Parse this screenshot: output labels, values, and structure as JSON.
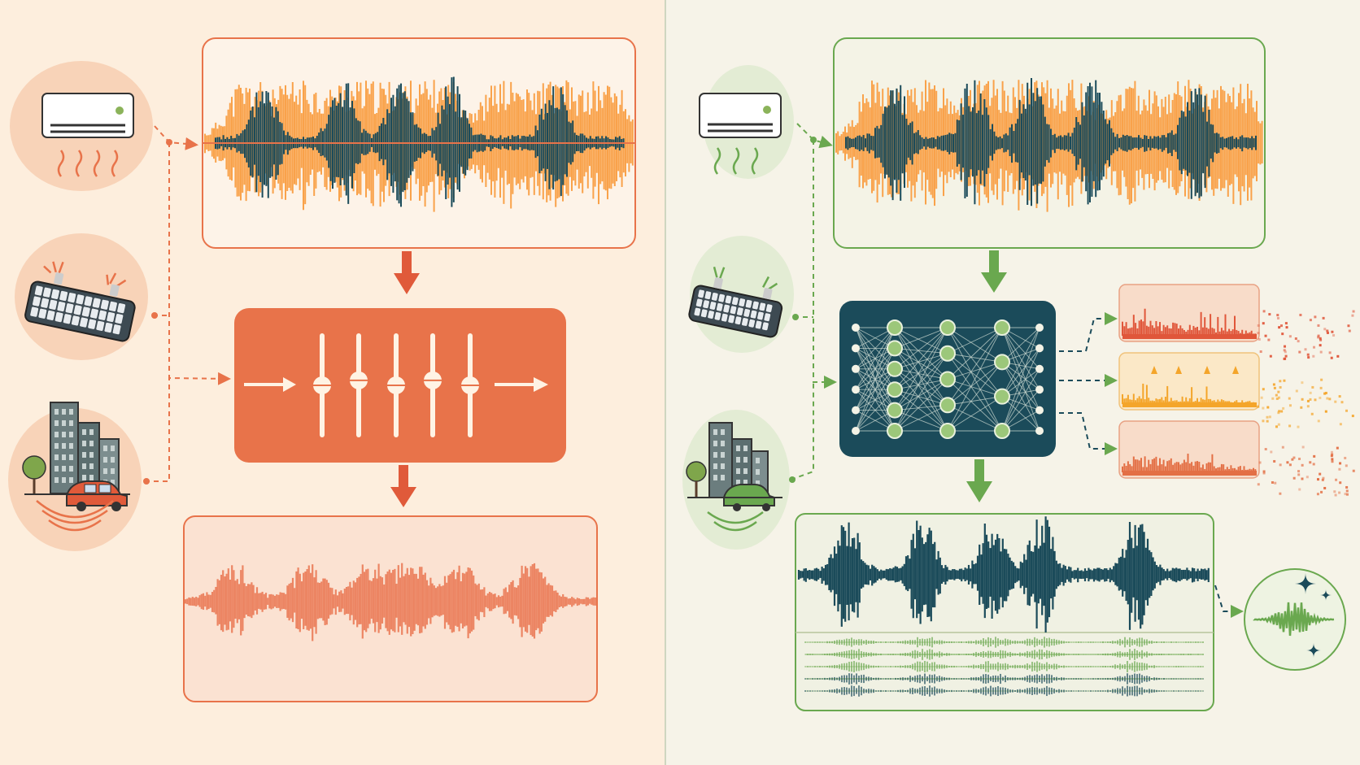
{
  "colors": {
    "left_bg": "#fdeedd",
    "right_bg": "#f6f3e8",
    "orange": "#e8734a",
    "orange_light": "#f9a24a",
    "orange_soft": "#f8dcc9",
    "orange_panel": "#fbe5d6",
    "teal": "#1b4b5a",
    "green": "#6aa84f",
    "green_soft": "#e3ecd4",
    "divider": "#cfd6c0",
    "cream": "#fff3e4"
  },
  "left_panel": {
    "sources": [
      {
        "name": "air-conditioner",
        "icon": "air-conditioner-icon"
      },
      {
        "name": "keyboard",
        "icon": "keyboard-icon"
      },
      {
        "name": "city-traffic",
        "icon": "city-traffic-icon"
      }
    ],
    "noisy_waveform": {
      "noise_color": "orange",
      "signal_color": "teal"
    },
    "process": {
      "type": "equalizer",
      "icon": "equalizer-sliders-icon",
      "slider_levels": [
        0.5,
        0.55,
        0.5,
        0.55,
        0.5
      ]
    },
    "output_waveform": {
      "color": "orange",
      "state": "degraded"
    }
  },
  "right_panel": {
    "sources": [
      {
        "name": "air-conditioner",
        "icon": "air-conditioner-icon"
      },
      {
        "name": "keyboard",
        "icon": "keyboard-icon"
      },
      {
        "name": "city-traffic",
        "icon": "city-traffic-icon"
      }
    ],
    "noisy_waveform": {
      "noise_color": "orange",
      "signal_color": "teal"
    },
    "process": {
      "type": "neural-network",
      "icon": "neural-network-icon",
      "layers": [
        6,
        6,
        5,
        4,
        6
      ]
    },
    "separated_noise": [
      {
        "name": "noise-spectrum-red",
        "color": "#e0563a"
      },
      {
        "name": "noise-spectrum-yellow",
        "color": "#f4a52a"
      },
      {
        "name": "noise-spectrum-orange",
        "color": "#e36f45"
      }
    ],
    "output_waveform": {
      "color": "teal",
      "state": "clean"
    },
    "result_icon": "sparkle-clean-audio-icon"
  }
}
